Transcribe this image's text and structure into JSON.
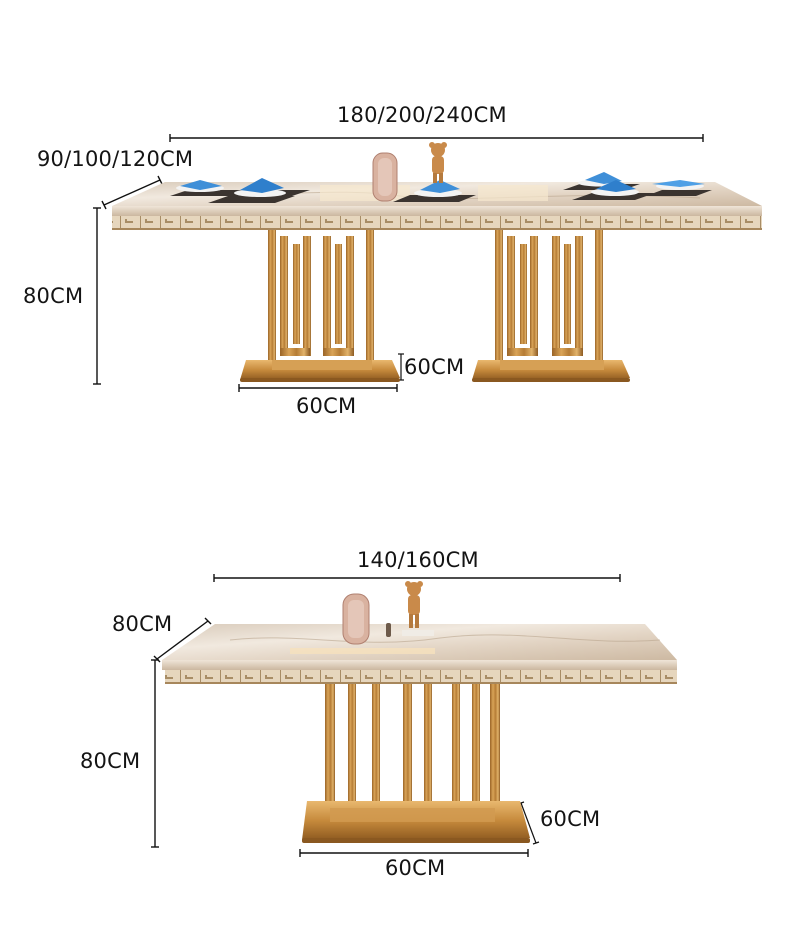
{
  "diagram": {
    "type": "product-dimension-diagram",
    "subject": "marble-top dining table with gold geometric pedestal base",
    "colors": {
      "background": "#ffffff",
      "dimension_line": "#111111",
      "marble_top": "#e8ddd0",
      "marble_vein": "#b9a58e",
      "gold_base": "#c08a3e",
      "gold_dark": "#8a5a22",
      "gold_light": "#e6b56a",
      "napkin_blue": "#3f8fd8"
    }
  },
  "large_table": {
    "length_label": "180/200/240CM",
    "width_label": "90/100/120CM",
    "height_label": "80CM",
    "base_width_label": "60CM",
    "base_depth_label": "60CM",
    "pedestals": 2
  },
  "small_table": {
    "length_label": "140/160CM",
    "width_label": "80CM",
    "height_label": "80CM",
    "base_width_label": "60CM",
    "base_depth_label": "60CM",
    "pedestals": 1
  }
}
